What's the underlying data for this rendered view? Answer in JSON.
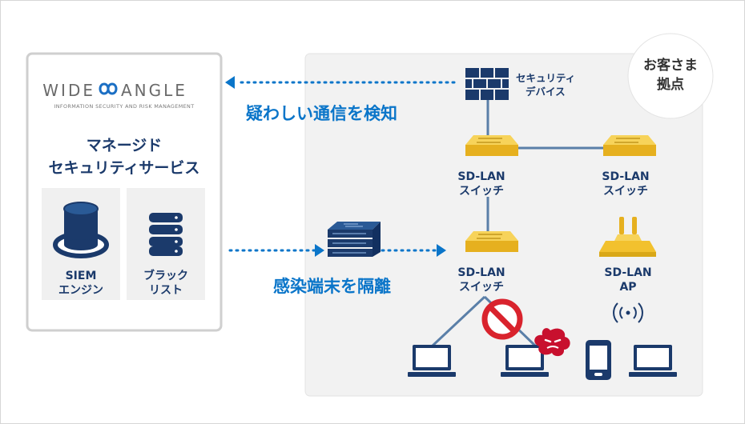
{
  "colors": {
    "navy": "#1b3a6b",
    "blue": "#0a75c9",
    "yellow": "#f2c12e",
    "red": "#d9232d",
    "site_bg": "#f2f2f2",
    "link": "#5a7fa8"
  },
  "logo": {
    "wordmark_left": "WIDE",
    "wordmark_right": "ANGLE",
    "tagline": "INFORMATION SECURITY AND RISK MANAGEMENT"
  },
  "managed_service": {
    "title_line1": "マネージド",
    "title_line2": "セキュリティサービス",
    "siem_line1": "SIEM",
    "siem_line2": "エンジン",
    "blacklist_line1": "ブラック",
    "blacklist_line2": "リスト"
  },
  "arrows": {
    "detect_label": "疑わしい通信を検知",
    "isolate_label": "感染端末を隔離"
  },
  "site": {
    "badge_line1": "お客さま",
    "badge_line2": "拠点",
    "security_device_line1": "セキュリティ",
    "security_device_line2": "デバイス",
    "switch_line1": "SD-LAN",
    "switch_line2": "スイッチ",
    "ap_line1": "SD-LAN",
    "ap_line2": "AP",
    "wifi_glyph": "((·))"
  },
  "icons": [
    "firewall-icon",
    "switch-icon",
    "access-point-icon",
    "database-icon",
    "cylinder-icon",
    "network-appliance-icon",
    "laptop-icon",
    "smartphone-icon",
    "prohibited-icon",
    "virus-icon",
    "wifi-signal-icon"
  ]
}
